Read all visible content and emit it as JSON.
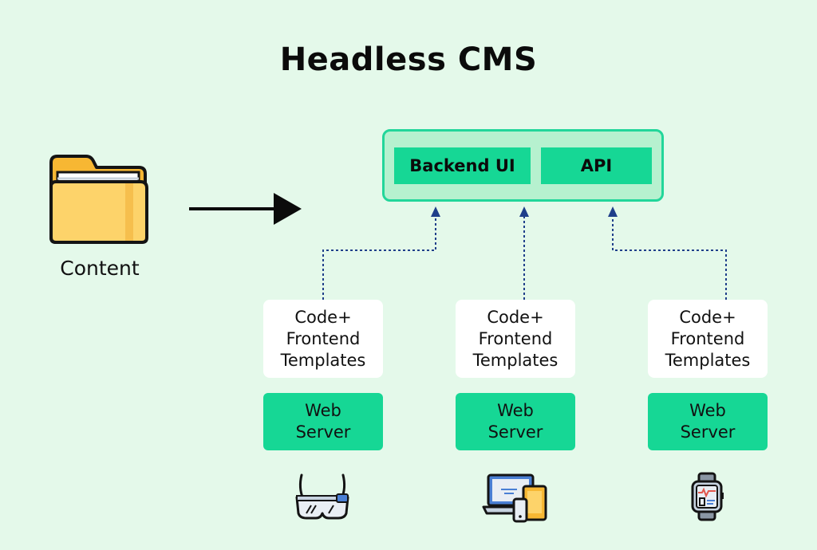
{
  "title": "Headless CMS",
  "content_label": "Content",
  "cms": {
    "backend_ui": "Backend UI",
    "api": "API"
  },
  "columns": [
    {
      "code_lines": [
        "Code+",
        "Frontend",
        "Templates"
      ],
      "server_lines": [
        "Web",
        "Server"
      ],
      "device_icon": "smart-glasses-icon"
    },
    {
      "code_lines": [
        "Code+",
        "Frontend",
        "Templates"
      ],
      "server_lines": [
        "Web",
        "Server"
      ],
      "device_icon": "devices-icon"
    },
    {
      "code_lines": [
        "Code+",
        "Frontend",
        "Templates"
      ],
      "server_lines": [
        "Web",
        "Server"
      ],
      "device_icon": "smartwatch-icon"
    }
  ],
  "colors": {
    "background": "#e4f9ea",
    "accent_green": "#16d795",
    "cms_panel": "#b6f1cf",
    "connector_blue": "#1f3f8a"
  }
}
